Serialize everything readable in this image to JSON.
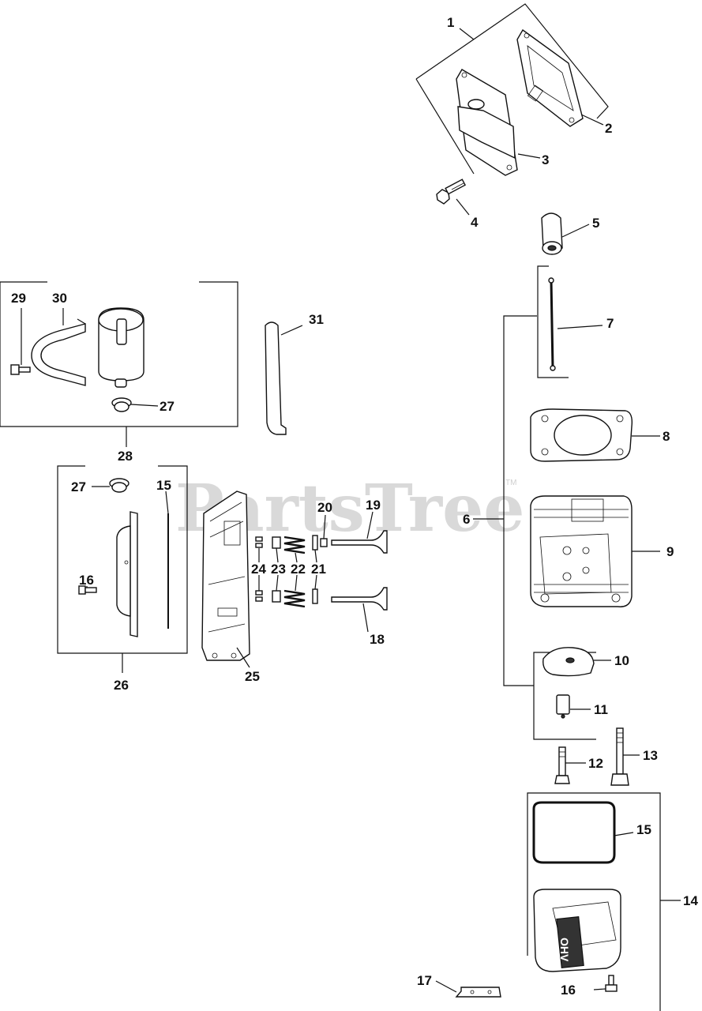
{
  "diagram": {
    "watermark": "PartsTree",
    "trademark": "TM",
    "callouts": {
      "c1": "1",
      "c2": "2",
      "c3": "3",
      "c4": "4",
      "c5": "5",
      "c6": "6",
      "c7": "7",
      "c8": "8",
      "c9": "9",
      "c10": "10",
      "c11": "11",
      "c12": "12",
      "c13": "13",
      "c14": "14",
      "c15a": "15",
      "c15b": "15",
      "c16a": "16",
      "c16b": "16",
      "c17": "17",
      "c18": "18",
      "c19": "19",
      "c20": "20",
      "c21": "21",
      "c22": "22",
      "c23": "23",
      "c24": "24",
      "c25": "25",
      "c26": "26",
      "c27a": "27",
      "c27b": "27",
      "c28": "28",
      "c29": "29",
      "c30": "30",
      "c31": "31"
    },
    "cover_logo": "OHV"
  }
}
